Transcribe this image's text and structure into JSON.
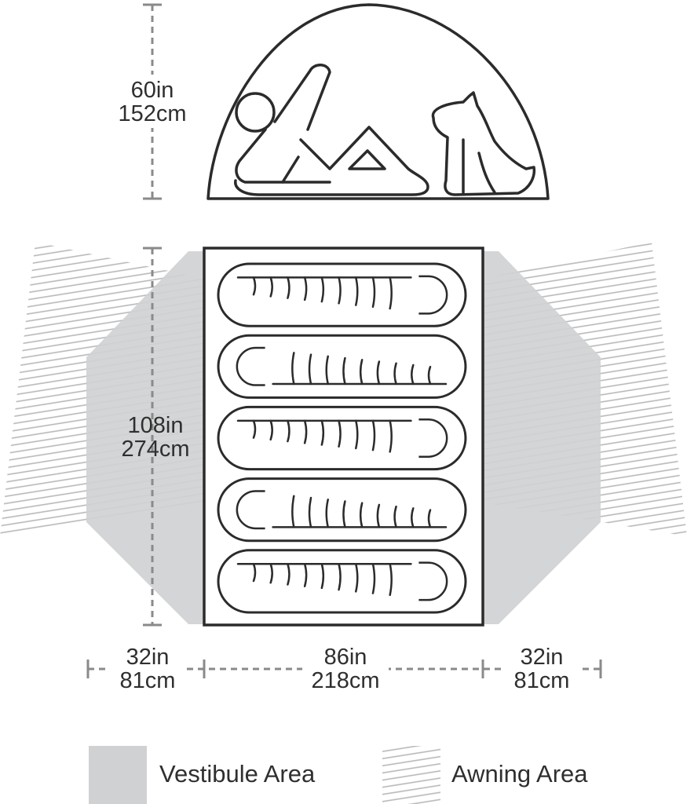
{
  "colors": {
    "vestibule": "#cfd1d3",
    "awning_hatch": "#b8b8b8",
    "outline": "#2b2b2b",
    "dimension_line": "#8a8a8a"
  },
  "icons": [
    "person-reclining-icon",
    "dog-sitting-icon",
    "sleeping-bag-icon"
  ],
  "side_view": {
    "height": {
      "in": "60in",
      "cm": "152cm"
    }
  },
  "floor_plan": {
    "sleeping_bag_count": 5,
    "length": {
      "in": "108in",
      "cm": "274cm"
    },
    "left_vestibule": {
      "in": "32in",
      "cm": "81cm"
    },
    "width": {
      "in": "86in",
      "cm": "218cm"
    },
    "right_vestibule": {
      "in": "32in",
      "cm": "81cm"
    }
  },
  "legend": {
    "vestibule_label": "Vestibule Area",
    "awning_label": "Awning Area"
  }
}
